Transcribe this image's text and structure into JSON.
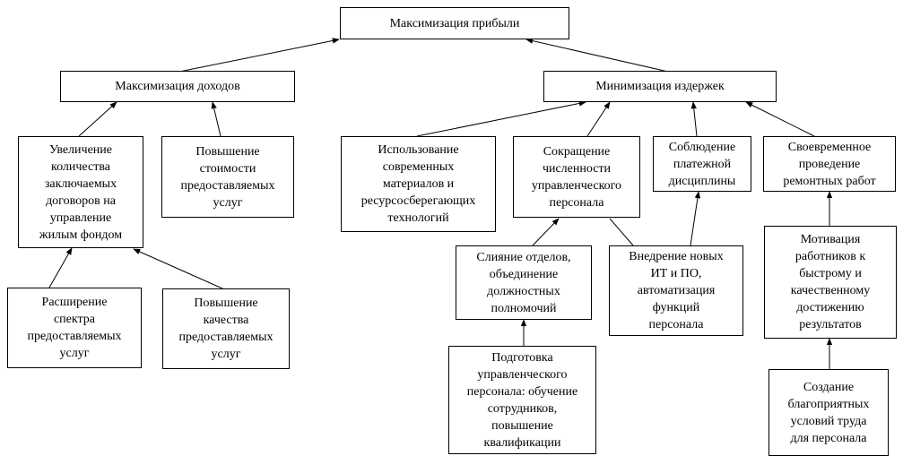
{
  "nodes": {
    "max_profit": "Максимизация прибыли",
    "max_income": "Максимизация доходов",
    "min_costs": "Минимизация издержек",
    "increase_contracts": "Увеличение\nколичества\nзаключаемых\nдоговоров на\nуправление\nжилым фондом",
    "raise_cost": "Повышение\nстоимости\nпредоставляемых\nуслуг",
    "modern_tech": "Использование\nсовременных\nматериалов и\nресурсосберегающих\nтехнологий",
    "reduce_staff": "Сокращение\nчисленности\nуправленческого\nперсонала",
    "payment_discipline": "Соблюдение\nплатежной\nдисциплины",
    "timely_repairs": "Своевременное\nпроведение\nремонтных работ",
    "expand_services": "Расширение\nспектра\nпредоставляемых\nуслуг",
    "improve_quality": "Повышение\nкачества\nпредоставляемых\nуслуг",
    "merge_departments": "Слияние отделов,\nобъединение\nдолжностных\nполномочий",
    "new_it": "Внедрение новых\nИТ и ПО,\nавтоматизация\nфункций\nперсонала",
    "motivation": "Мотивация\nработников к\nбыстрому и\nкачественному\nдостижению\nрезультатов",
    "staff_training": "Подготовка\nуправленческого\nперсонала: обучение\nсотрудников,\nповышение\nквалификации",
    "work_conditions": "Создание\nблагоприятных\nусловий труда\nдля персонала"
  }
}
